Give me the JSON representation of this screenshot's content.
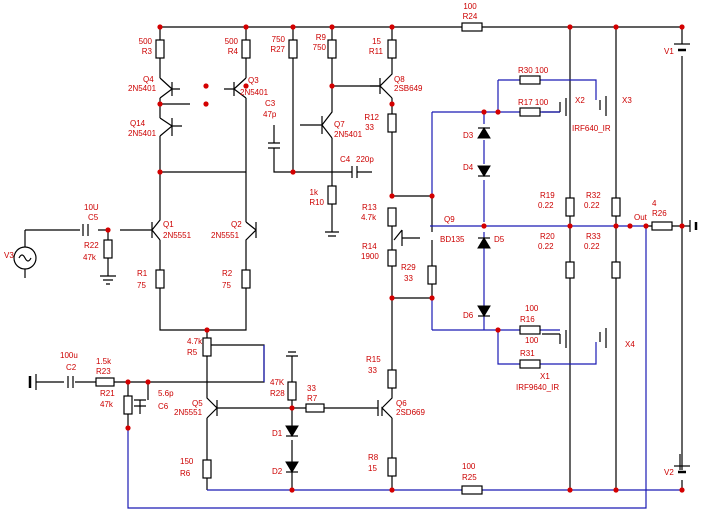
{
  "colors": {
    "wire_black": "#000000",
    "wire_blue": "#1a1ab4",
    "label": "#cc0000",
    "node": "#d40000"
  },
  "labels": {
    "r3_val": "500",
    "r3_ref": "R3",
    "r4_val": "500",
    "r4_ref": "R4",
    "r27_val": "750",
    "r27_ref": "R27",
    "r9_ref": "R9",
    "r9_val": "750",
    "r11_val": "15",
    "r11_ref": "R11",
    "r24_val": "100",
    "r24_ref": "R24",
    "v1_ref": "V1",
    "q4_ref": "Q4",
    "q4_part": "2N5401",
    "q3_ref": "Q3",
    "q3_part": "2N5401",
    "q14_ref": "Q14",
    "q14_part": "2N5401",
    "c3_ref": "C3",
    "c3_val": "47p",
    "q7_ref": "Q7",
    "q7_part": "2N5401",
    "q8_ref": "Q8",
    "q8_part": "2SB649",
    "r12_ref": "R12",
    "r12_val": "33",
    "r30_label": "R30 100",
    "r17_label": "R17 100",
    "x2_ref": "X2",
    "x3_ref": "X3",
    "x2_part": "IRF640_IR",
    "c4_label": "C4",
    "c4_val": "220p",
    "r10_val": "1k",
    "r10_ref": "R10",
    "d3_ref": "D3",
    "d4_ref": "D4",
    "d5_ref": "D5",
    "d6_ref": "D6",
    "r19_ref": "R19",
    "r19_val": "0.22",
    "r32_ref": "R32",
    "r32_val": "0.22",
    "r20_ref": "R20",
    "r20_val": "0.22",
    "r33_ref": "R33",
    "r33_val": "0.22",
    "c5_val": "10U",
    "c5_ref": "C5",
    "r22_ref": "R22",
    "r22_val": "47k",
    "v3_ref": "V3",
    "q1_ref": "Q1",
    "q1_part": "2N5551",
    "q2_ref": "Q2",
    "q2_part": "2N5551",
    "r13_ref": "R13",
    "r13_val": "4.7k",
    "q9_ref": "Q9",
    "q9_part": "BD135",
    "r14_ref": "R14",
    "r14_val": "1900",
    "r29_ref": "R29",
    "r29_val": "33",
    "r26_val": "4",
    "r26_ref": "R26",
    "out_label": "Out",
    "r1_ref": "R1",
    "r1_val": "75",
    "r2_ref": "R2",
    "r2_val": "75",
    "r16_val": "100",
    "r16_ref": "R16",
    "r31_val": "100",
    "r31_ref": "R31",
    "x1_ref": "X1",
    "x1_part": "IRF9640_IR",
    "x4_ref": "X4",
    "r5_val": "4.7k",
    "r5_ref": "R5",
    "c2_val": "100u",
    "c2_ref": "C2",
    "r23_val": "1.5k",
    "r23_ref": "R23",
    "r21_ref": "R21",
    "r21_val": "47k",
    "c6_val": "5.6p",
    "c6_ref": "C6",
    "r15_ref": "R15",
    "r15_val": "33",
    "r28_val": "47K",
    "r28_ref": "R28",
    "r7_val": "33",
    "r7_ref": "R7",
    "q5_ref": "Q5",
    "q5_part": "2N5551",
    "q6_ref": "Q6",
    "q6_part": "2SD669",
    "d1_ref": "D1",
    "d2_ref": "D2",
    "r6_val": "150",
    "r6_ref": "R6",
    "r8_ref": "R8",
    "r8_val": "15",
    "r25_val": "100",
    "r25_ref": "R25",
    "v2_ref": "V2"
  }
}
